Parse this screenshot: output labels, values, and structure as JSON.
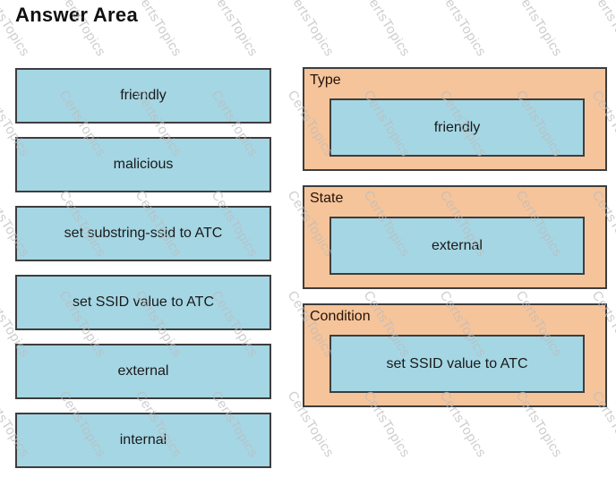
{
  "title": "Answer Area",
  "watermark": {
    "text": "CertsTopics"
  },
  "colors": {
    "option_fill": "#a5d6e4",
    "target_fill": "#f6c49a",
    "border": "#3d3d3d",
    "text": "#1a1a1a",
    "watermark": "#bcbcbc"
  },
  "options": [
    {
      "label": "friendly"
    },
    {
      "label": "malicious"
    },
    {
      "label": "set substring-ssid to ATC"
    },
    {
      "label": "set SSID value to ATC"
    },
    {
      "label": "external"
    },
    {
      "label": "internal"
    }
  ],
  "targets": [
    {
      "label": "Type",
      "value": "friendly"
    },
    {
      "label": "State",
      "value": "external"
    },
    {
      "label": "Condition",
      "value": "set SSID value to ATC"
    }
  ]
}
